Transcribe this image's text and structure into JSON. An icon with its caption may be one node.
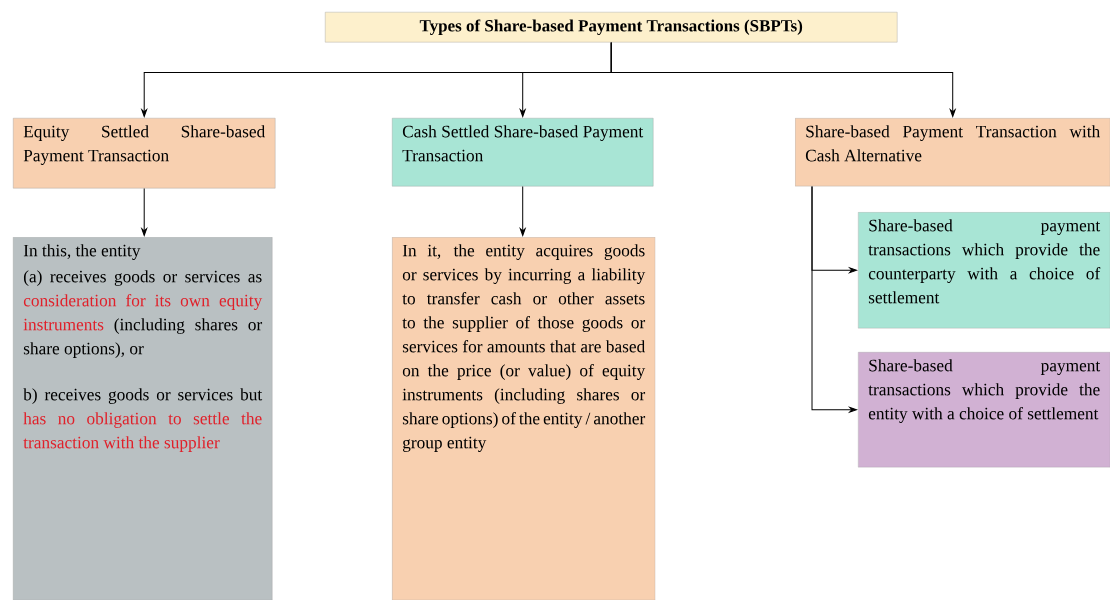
{
  "diagram": {
    "nodes": [
      {
        "text": [
          "Types of Share-based Payment Transactions (SBPTs)"
        ]
      },
      {
        "text": [
          "Equity Settled Share-based Payment Transaction"
        ]
      },
      {
        "text": [
          "Cash Settled Share-based Payment Transaction"
        ]
      },
      {
        "text": [
          "Share-based Payment Transaction with Cash Alternative"
        ]
      },
      {
        "text": [
          "In this, the entity",
          "(a) receives goods or services as **consideration for its own equity instruments** (including shares or share options), or",
          "b) receives goods or services but **has no obligation to settle the transaction with the supplier**"
        ]
      },
      {
        "text": [
          "In it, the entity acquires goods or services by incurring a liability to transfer cash or other assets to the supplier of those goods or services for amounts that are based on the price (or value) of equity instruments (including shares or share options) of the entity / another group entity"
        ]
      },
      {
        "text": [
          "Share-based payment transactions which provide the counterparty with a choice of settlement"
        ]
      },
      {
        "text": [
          "Share-based payment transactions which provide the entity with a choice of settlement"
        ]
      }
    ],
    "edges": [
      {
        "from": 0,
        "to": 1,
        "arrow": "to"
      },
      {
        "from": 0,
        "to": 2,
        "arrow": "to"
      },
      {
        "from": 0,
        "to": 3,
        "arrow": "to"
      },
      {
        "from": 1,
        "to": 4,
        "arrow": "to"
      },
      {
        "from": 2,
        "to": 5,
        "arrow": "to"
      },
      {
        "from": 3,
        "to": 6,
        "arrow": "to"
      },
      {
        "from": 3,
        "to": 7,
        "arrow": "to"
      }
    ]
  }
}
